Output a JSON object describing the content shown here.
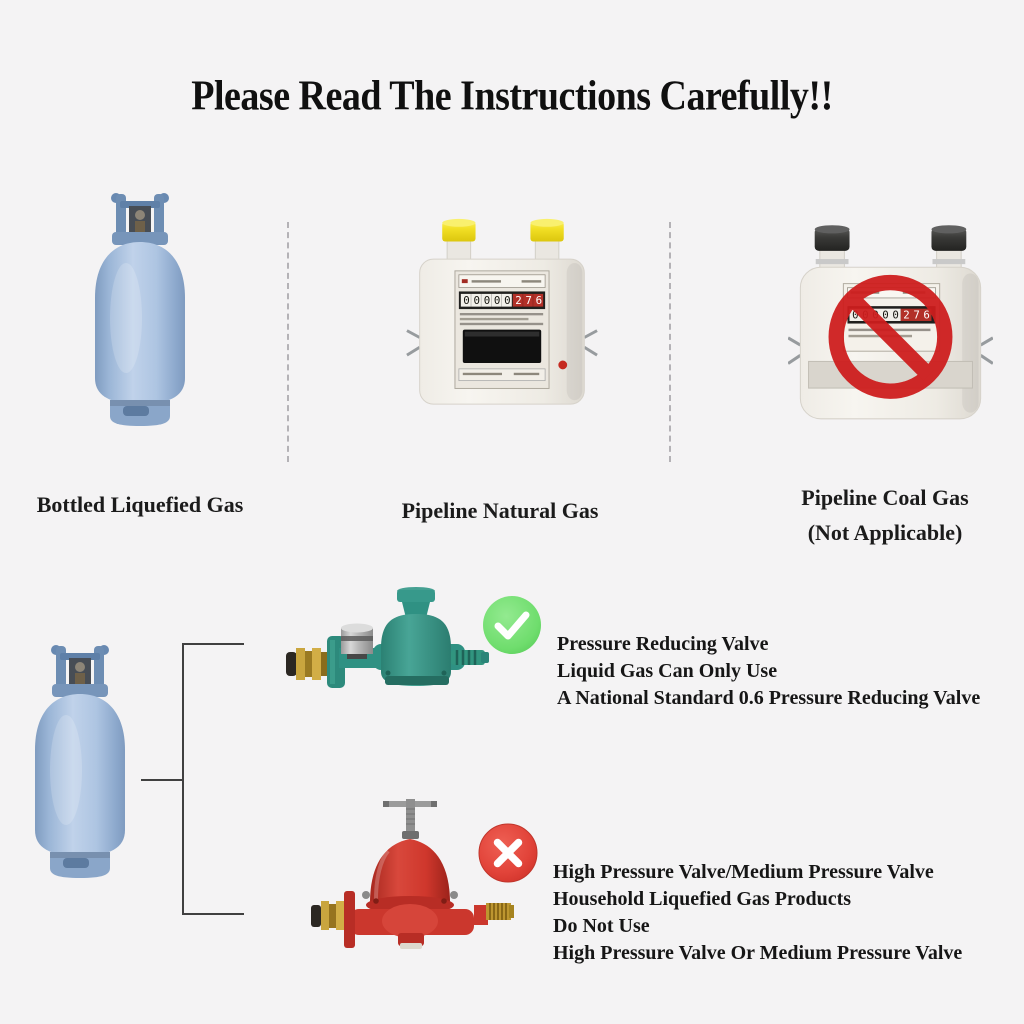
{
  "title": "Please Read The Instructions Carefully!!",
  "gas_types": [
    {
      "name": "Bottled Liquefied Gas",
      "note": ""
    },
    {
      "name": "Pipeline Natural Gas",
      "note": ""
    },
    {
      "name": "Pipeline Coal Gas",
      "note": "(Not Applicable)"
    }
  ],
  "meter": {
    "counter_black": "00000",
    "counter_red": "276"
  },
  "approved_valve": {
    "icon": "check-circle",
    "lines": [
      "Pressure Reducing Valve",
      "Liquid Gas Can Only Use",
      "A National Standard 0.6 Pressure Reducing Valve"
    ]
  },
  "prohibited_valve": {
    "icon": "x-circle",
    "lines": [
      "High Pressure Valve/Medium Pressure Valve",
      "Household Liquefied Gas Products",
      "Do Not Use",
      "High Pressure Valve Or Medium Pressure Valve"
    ]
  },
  "colors": {
    "background": "#f4f3f4",
    "title_text": "#101010",
    "check_green": "#6edc6e",
    "cross_red": "#e2443a",
    "prohibition_red": "#ce1d1d",
    "cylinder_blue": "#a9c0dd",
    "meter_cap_yellow": "#f2df25",
    "valve_teal": "#2f9183",
    "valve_red": "#cb372d",
    "brass": "#c9a53e"
  }
}
